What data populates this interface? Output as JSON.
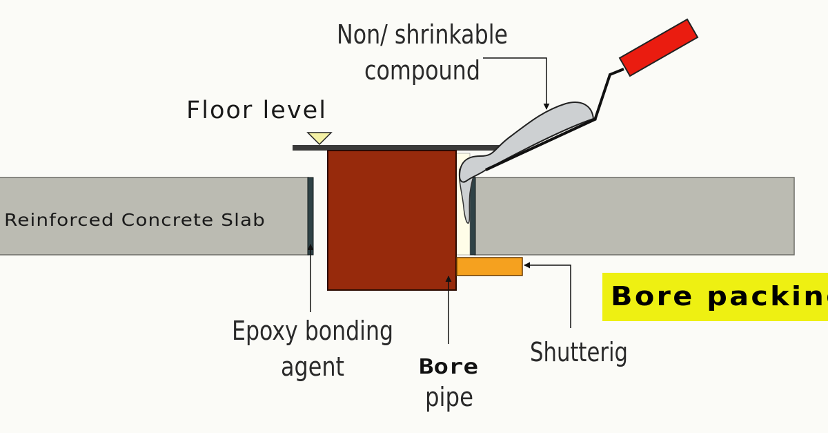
{
  "labels": {
    "compound_line1": "Non/ shrinkable",
    "compound_line2": "compound",
    "floor_level": "Floor level",
    "slab": "Reinforced Concrete Slab",
    "epoxy_line1": "Epoxy bonding",
    "epoxy_line2": "agent",
    "bore_pipe_line1": "Bore",
    "bore_pipe_line2": "pipe",
    "shuttering": "Shutterig",
    "banner": "Bore packing"
  },
  "colors": {
    "background": "#fbfbf7",
    "slab": "#bbbbb2",
    "pipe": "#972a0c",
    "shuttering": "#f5a11f",
    "compound": "#cdd0d2",
    "trowel_handle": "#ea1c10",
    "banner": "#eef012",
    "floor_marker": "#f4f1a5",
    "lines": "#111111"
  }
}
